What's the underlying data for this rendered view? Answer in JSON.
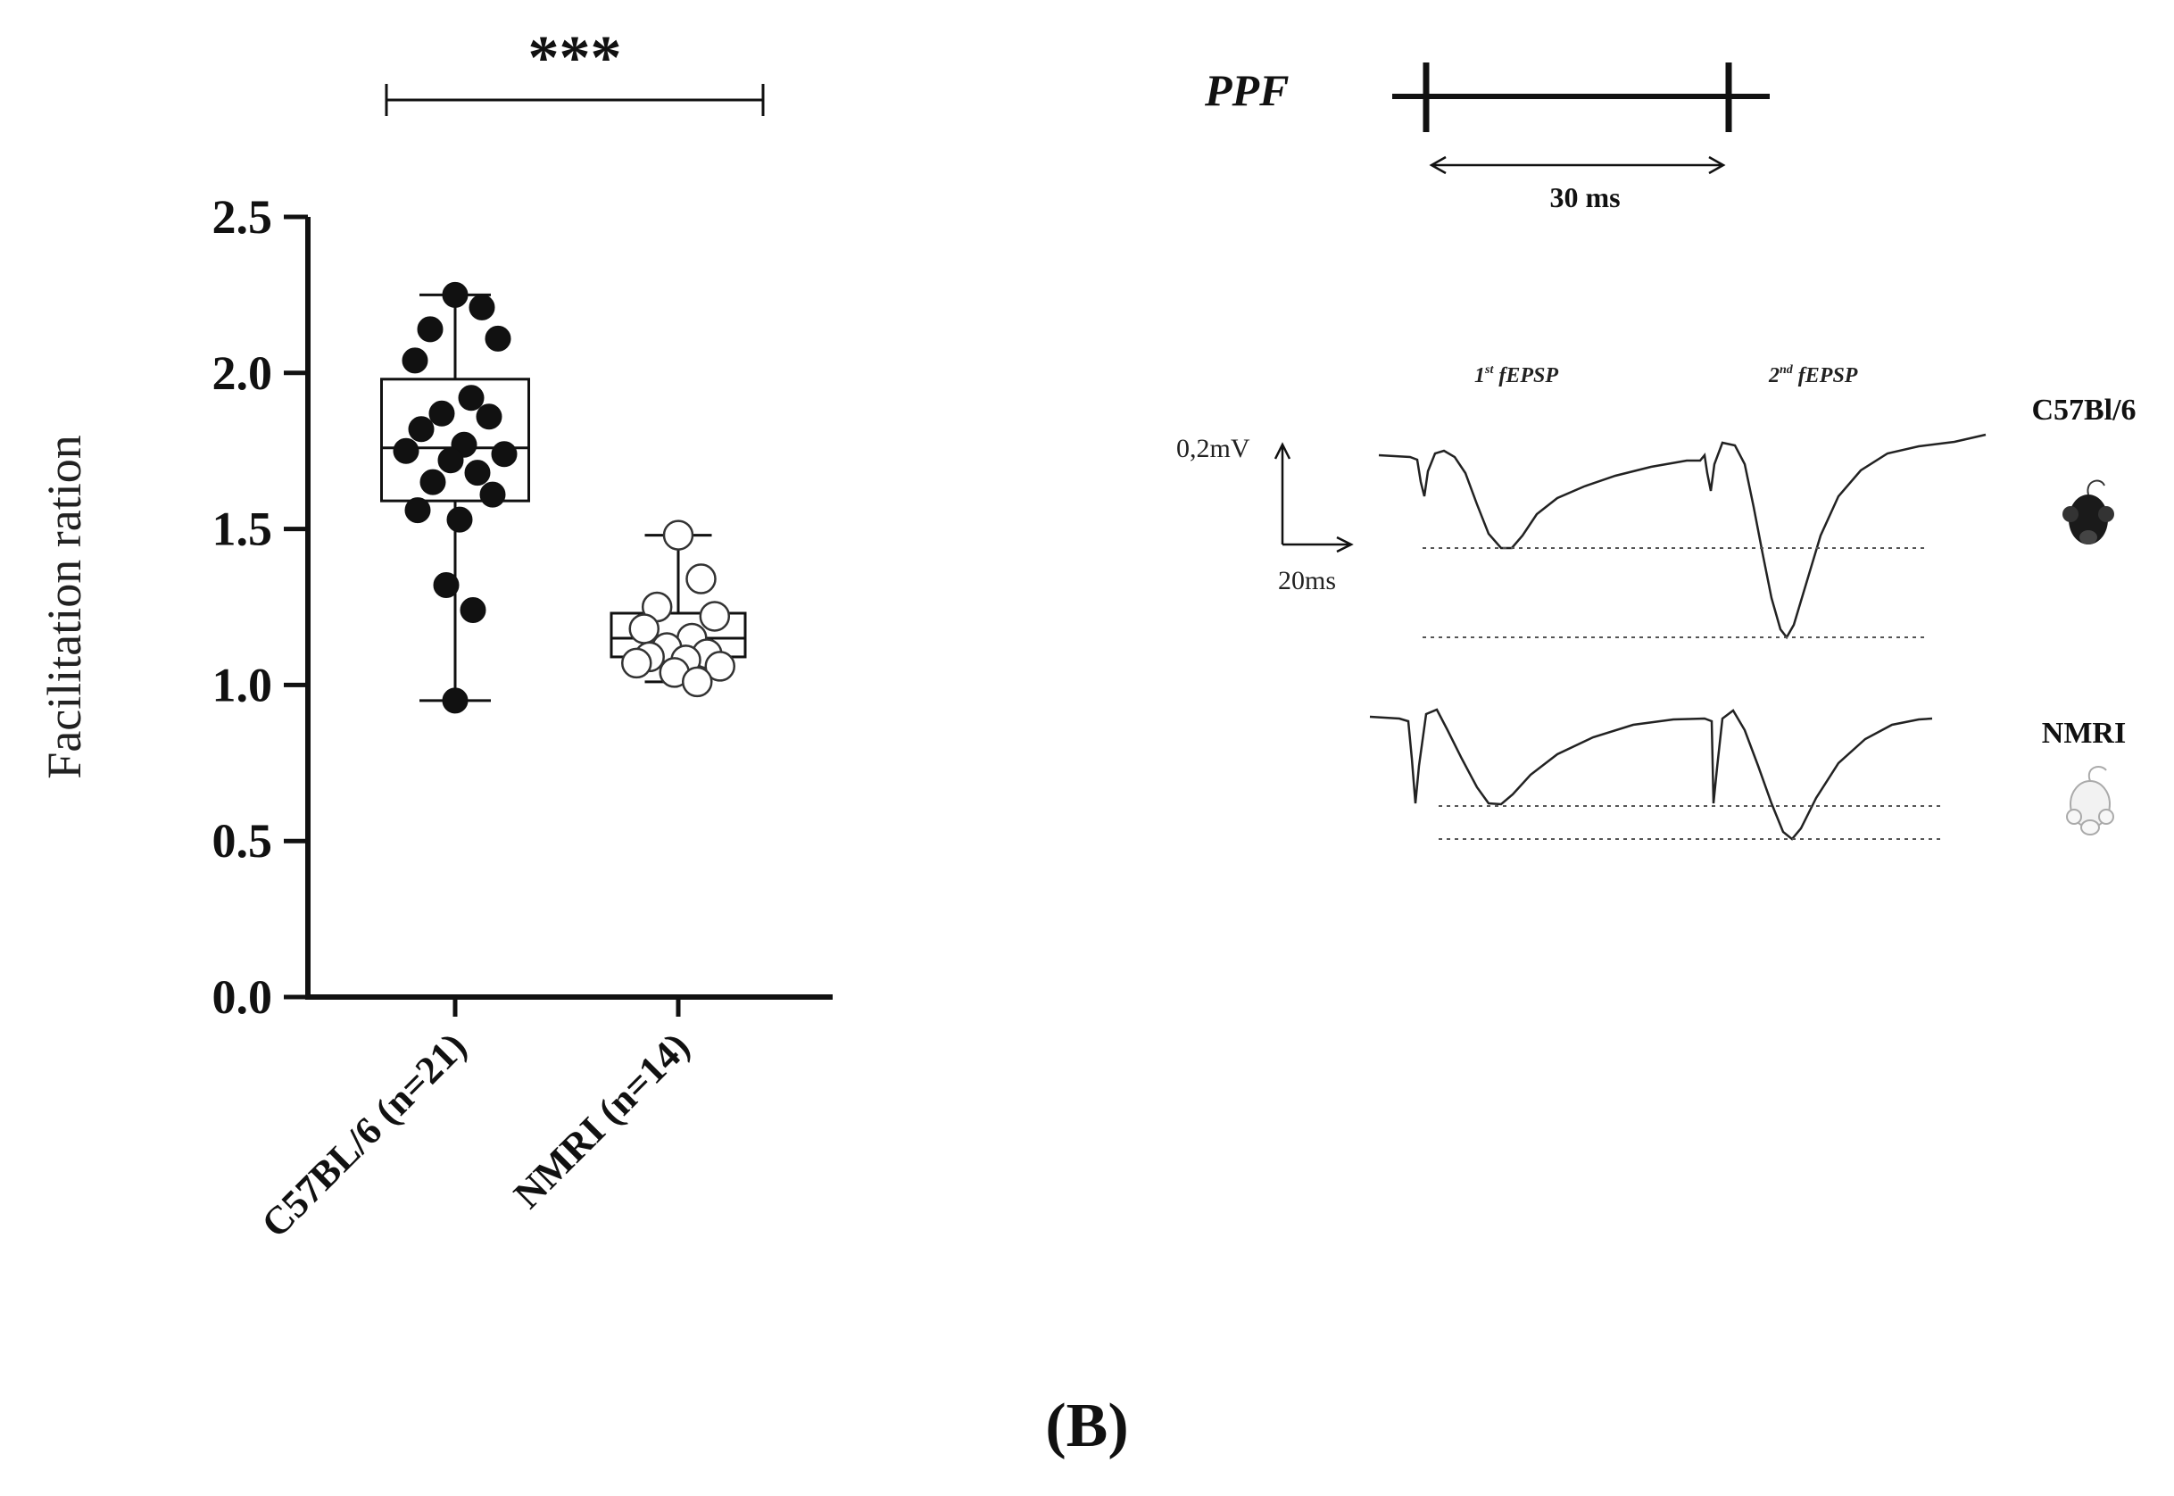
{
  "chart_data": {
    "type": "scatter",
    "subtype": "box-and-dot",
    "ylabel": "Facilitation ration",
    "ylim": [
      0.0,
      2.5
    ],
    "yticks": [
      "0.0",
      "0.5",
      "1.0",
      "1.5",
      "2.0",
      "2.5"
    ],
    "categories": [
      "C57BL/6 (n=21)",
      "NMRI (n=14)"
    ],
    "significance": "***",
    "series": [
      {
        "category": "C57BL/6 (n=21)",
        "marker": "filled",
        "box": {
          "min": 0.95,
          "q1": 1.59,
          "median": 1.76,
          "q3": 1.98,
          "max": 2.25
        },
        "points": [
          2.25,
          2.21,
          2.14,
          2.11,
          2.04,
          1.92,
          1.87,
          1.86,
          1.82,
          1.77,
          1.75,
          1.74,
          1.72,
          1.68,
          1.65,
          1.61,
          1.56,
          1.53,
          1.32,
          1.24,
          0.95
        ]
      },
      {
        "category": "NMRI (n=14)",
        "marker": "open",
        "box": {
          "min": 1.01,
          "q1": 1.09,
          "median": 1.15,
          "q3": 1.23,
          "max": 1.48
        },
        "points": [
          1.48,
          1.34,
          1.25,
          1.22,
          1.18,
          1.15,
          1.12,
          1.1,
          1.09,
          1.08,
          1.07,
          1.06,
          1.04,
          1.01
        ]
      }
    ]
  },
  "protocol": {
    "label": "PPF",
    "interval": "30 ms"
  },
  "traces": {
    "first_label_main": "1",
    "first_label_sup": "st",
    "first_label_rest": " fEPSP",
    "second_label_main": "2",
    "second_label_sup": "nd",
    "second_label_rest": " fEPSP",
    "scale_amplitude": "0,2mV",
    "scale_time": "20ms",
    "strain_top": "C57Bl/6",
    "strain_bottom": "NMRI"
  },
  "panel_label": "(B)",
  "colors": {
    "ink": "#111111",
    "dotted": "#555555",
    "mouse_black": "#1a1a1a",
    "mouse_white": "#f2f2f2"
  }
}
